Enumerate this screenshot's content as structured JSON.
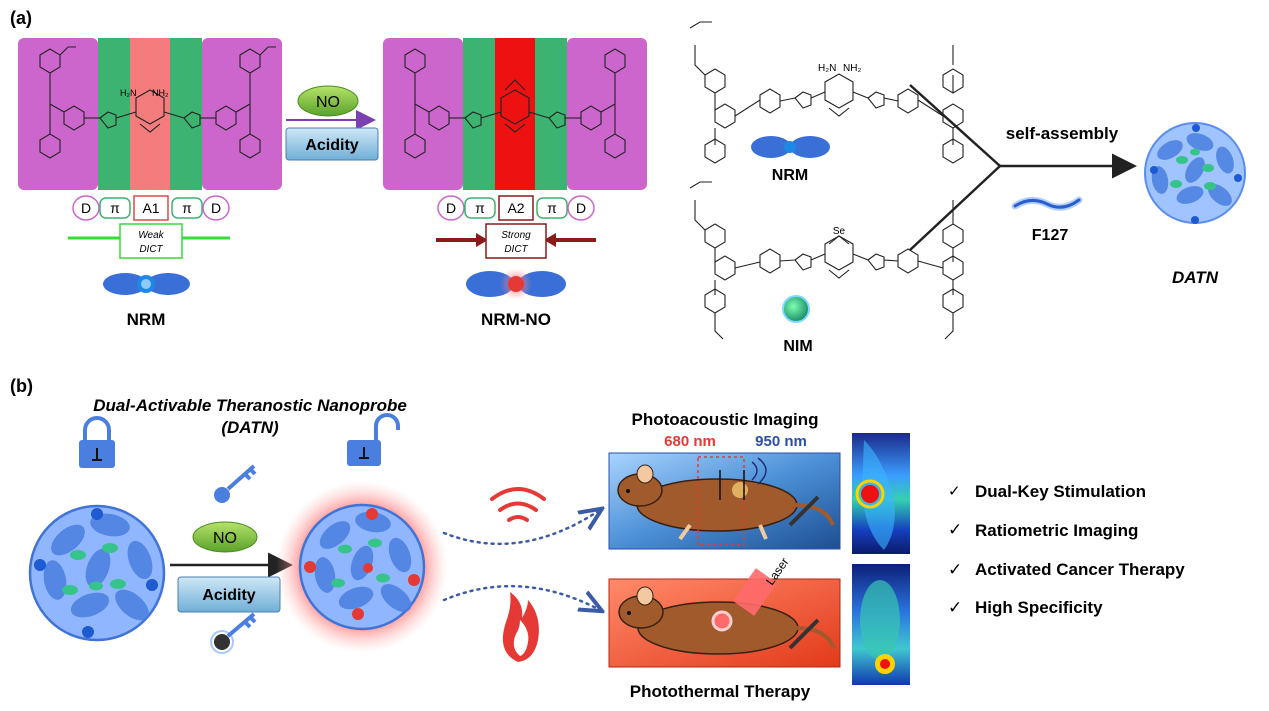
{
  "panel_a": {
    "label": "(a)",
    "left_molecule": {
      "groups": [
        "D",
        "π",
        "A1",
        "π",
        "D"
      ],
      "dict_label_line1": "Weak",
      "dict_label_line2": "DICT",
      "amine1": "H₂N",
      "amine2": "NH₂",
      "name": "NRM"
    },
    "stimuli": {
      "gas": "NO",
      "acid": "Acidity"
    },
    "right_molecule": {
      "groups": [
        "D",
        "π",
        "A2",
        "π",
        "D"
      ],
      "dict_label_line1": "Strong",
      "dict_label_line2": "DICT",
      "name": "NRM-NO"
    },
    "nrm_structure": {
      "amine1": "H₂N",
      "amine2": "NH₂",
      "name": "NRM"
    },
    "nim_structure": {
      "se": "Se",
      "name": "NIM"
    },
    "assembly": {
      "label": "self-assembly",
      "polymer": "F127",
      "product": "DATN"
    }
  },
  "panel_b": {
    "label": "(b)",
    "title_line1": "Dual-Activable Theranostic Nanoprobe",
    "title_line2": "(DATN)",
    "stimuli": {
      "gas": "NO",
      "acid": "Acidity"
    },
    "imaging": {
      "title": "Photoacoustic  Imaging",
      "wl1": "680 nm",
      "wl2": "950 nm"
    },
    "therapy": {
      "title": "Photothermal Therapy",
      "laser": "Laser"
    },
    "checklist": [
      "Dual-Key Stimulation",
      "Ratiometric Imaging",
      "Activated Cancer Therapy",
      "High Specificity"
    ],
    "check_mark": "✓"
  },
  "colors": {
    "donor": "#cc66cc",
    "pi": "#3cb371",
    "acceptor_weak": "#f47c7c",
    "acceptor_strong": "#ee1111",
    "nanoparticle": "#4a7fe0",
    "arrow_green": "#33dd33",
    "arrow_darkred": "#8b1a1a"
  }
}
